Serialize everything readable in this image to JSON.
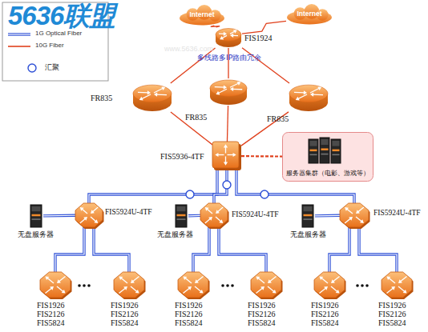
{
  "diagram": {
    "nodes": [
      {
        "text": [
          "Internet"
        ]
      },
      {
        "text": [
          "Internet"
        ]
      },
      {
        "text": [
          "FIS1924"
        ]
      },
      {
        "text": [
          "FR835"
        ]
      },
      {
        "text": [
          "FR835"
        ]
      },
      {
        "text": [
          "FR835"
        ]
      },
      {
        "text": [
          "FIS5936-4TF"
        ]
      },
      {
        "text": [
          "服务器集群（电影、游戏等）"
        ]
      },
      {
        "text": [
          "无盘服务器"
        ]
      },
      {
        "text": [
          "FIS5924U-4TF"
        ]
      },
      {
        "text": [
          "无盘服务器"
        ]
      },
      {
        "text": [
          "FIS5924U-4TF"
        ]
      },
      {
        "text": [
          "无盘服务器"
        ]
      },
      {
        "text": [
          "FIS5924U-4TF"
        ]
      },
      {
        "text": [
          "FIS1926 FIS2126 FIS5824"
        ]
      },
      {
        "text": [
          "FIS1926 FIS2126 FIS5824"
        ]
      },
      {
        "text": [
          "FIS1926 FIS2126 FIS5824"
        ]
      },
      {
        "text": [
          "FIS1926 FIS2126 FIS5824"
        ]
      },
      {
        "text": [
          "FIS1926 FIS2126 FIS5824"
        ]
      },
      {
        "text": [
          "FIS1926 FIS2126 FIS5824"
        ]
      }
    ],
    "edges": [
      {
        "from": 0,
        "to": 2,
        "arrow": "none"
      },
      {
        "from": 1,
        "to": 2,
        "arrow": "none"
      },
      {
        "from": 2,
        "to": 3,
        "arrow": "none"
      },
      {
        "from": 2,
        "to": 4,
        "arrow": "none"
      },
      {
        "from": 2,
        "to": 5,
        "arrow": "none"
      },
      {
        "from": 3,
        "to": 6,
        "arrow": "none"
      },
      {
        "from": 4,
        "to": 6,
        "arrow": "none"
      },
      {
        "from": 5,
        "to": 6,
        "arrow": "none"
      },
      {
        "from": 6,
        "to": 7,
        "arrow": "none"
      },
      {
        "from": 6,
        "to": 9,
        "arrow": "none"
      },
      {
        "from": 6,
        "to": 11,
        "arrow": "none"
      },
      {
        "from": 6,
        "to": 13,
        "arrow": "none"
      },
      {
        "from": 9,
        "to": 8,
        "arrow": "none"
      },
      {
        "from": 11,
        "to": 10,
        "arrow": "none"
      },
      {
        "from": 13,
        "to": 12,
        "arrow": "none"
      },
      {
        "from": 9,
        "to": 14,
        "arrow": "none"
      },
      {
        "from": 9,
        "to": 15,
        "arrow": "none"
      },
      {
        "from": 11,
        "to": 16,
        "arrow": "none"
      },
      {
        "from": 11,
        "to": 17,
        "arrow": "none"
      },
      {
        "from": 13,
        "to": 18,
        "arrow": "none"
      },
      {
        "from": 13,
        "to": 19,
        "arrow": "none"
      }
    ],
    "labels": [
      "5636联盟",
      "多线路多IP路由冗余",
      "www.5636.com"
    ],
    "legend": [
      {
        "text": "1G Optical Fiber"
      },
      {
        "text": "10G Fiber"
      },
      {
        "text": "汇聚"
      }
    ]
  }
}
